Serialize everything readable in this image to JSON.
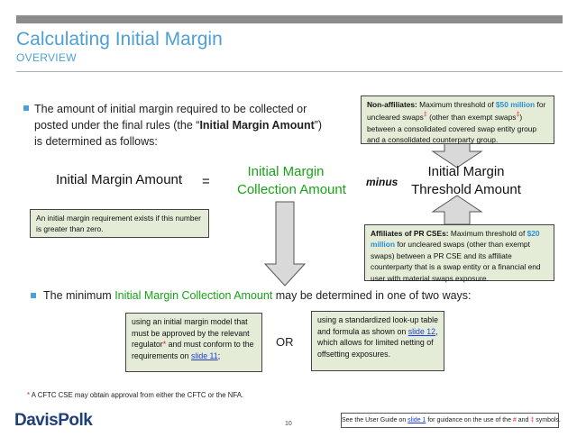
{
  "header": {
    "title": "Calculating Initial Margin",
    "subtitle": "OVERVIEW"
  },
  "bullet1": {
    "pre": "The amount of initial margin required to be collected or posted under the final rules (the “",
    "bold": "Initial Margin Amount",
    "post": "”) is determined as follows:"
  },
  "non_affiliates": {
    "label": "Non-affiliates:",
    "t1": " Maximum threshold of ",
    "amount": "$50 million",
    "t2": " for uncleared swaps",
    "dagger1": "‡",
    "t3": " (other than exempt swaps",
    "dagger2": "‡",
    "t4": ") between a consolidated covered swap entity group and a consolidated counterparty group."
  },
  "equation": {
    "lhs": "Initial Margin Amount",
    "equals": "=",
    "collection_line1": "Initial Margin",
    "collection_line2": "Collection Amount",
    "minus": "minus",
    "threshold_line1": "Initial Margin",
    "threshold_line2": "Threshold Amount"
  },
  "requirement_note": "An initial margin requirement exists if this number is greater than zero.",
  "affiliates": {
    "label": "Affiliates of PR CSEs:",
    "t1": " Maximum threshold of ",
    "amount": "$20 million",
    "t2": " for uncleared swaps (other than exempt swaps) between a PR CSE and its affiliate counterparty that is a swap entity or a financial end user with material swaps exposure."
  },
  "bullet2": {
    "pre": "The minimum ",
    "green": "Initial Margin Collection Amount",
    "post": " may be determined in one of two ways:"
  },
  "option_model": {
    "t1": "using an initial margin model that must be approved by the relevant regulator",
    "star": "*",
    "t2": " and must conform to the requirements on ",
    "link": "slide 11",
    "t3": ";"
  },
  "or_label": "OR",
  "option_table": {
    "t1": "using a standardized look-up table and formula as shown on ",
    "link": "slide 12",
    "t2": ", which allows for limited netting of offsetting exposures."
  },
  "footnote": {
    "star": "*",
    "text": " A CFTC CSE may obtain approval from either the CFTC or the NFA."
  },
  "footer": {
    "logo": "DavisPolk",
    "page": "10",
    "guide_t1": "See the User Guide on ",
    "guide_link": "slide 1",
    "guide_t2": " for guidance on the use of the ",
    "sym1": "#",
    "guide_t3": " and ",
    "sym2": "‡",
    "guide_t4": " symbols."
  },
  "colors": {
    "accent": "#4d9fd6",
    "box_fill": "#e4ecd7",
    "green": "#17a317",
    "arrow_fill": "#d9d9d9"
  }
}
